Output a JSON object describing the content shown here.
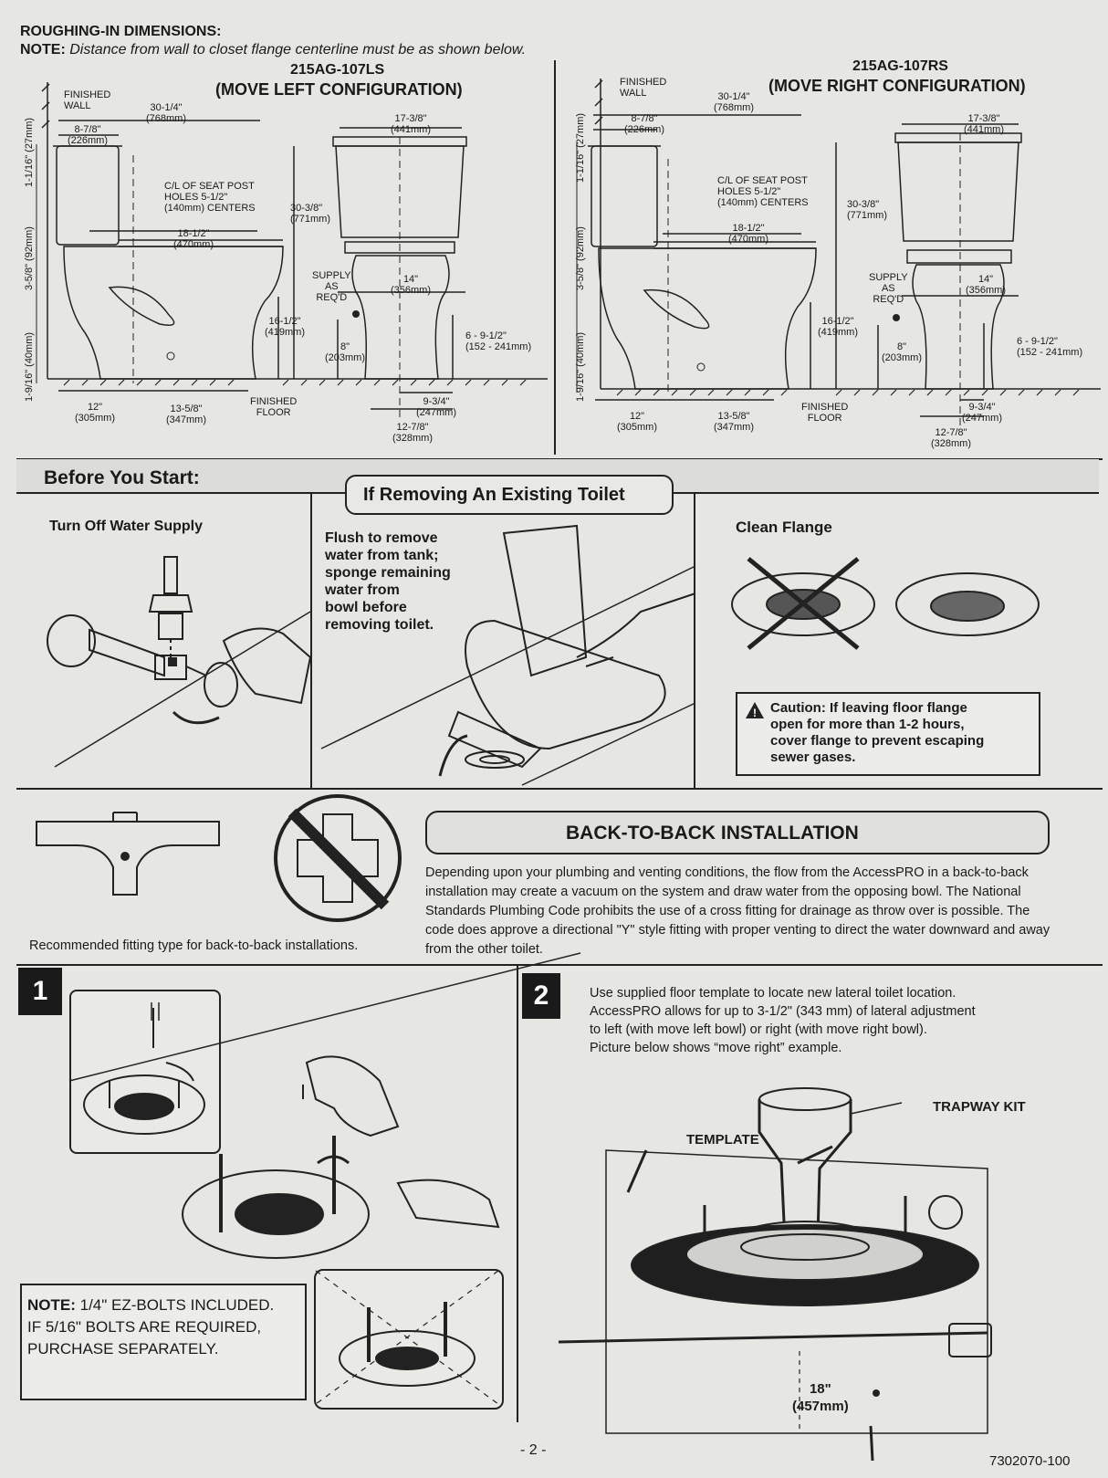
{
  "roughing": {
    "title": "ROUGHING-IN DIMENSIONS:",
    "note_label": "NOTE:",
    "note_text": "Distance from wall to closet flange centerline must be as shown below.",
    "left": {
      "model": "215AG-107LS",
      "config": "(MOVE LEFT CONFIGURATION)",
      "finished_wall": [
        "FINISHED",
        "WALL"
      ],
      "d_30_1_4": [
        "30-1/4\"",
        "(768mm)"
      ],
      "d_8_7_8": [
        "8-7/8\"",
        "(226mm)"
      ],
      "d_17_3_8": [
        "17-3/8\"",
        "(441mm)"
      ],
      "d_1_1_16": "1-1/16\" (27mm)",
      "seat_post": [
        "C/L OF SEAT POST",
        "HOLES 5-1/2\"",
        "(140mm) CENTERS"
      ],
      "d_30_3_8": [
        "30-3/8\"",
        "(771mm)"
      ],
      "d_18_1_2": [
        "18-1/2\"",
        "(470mm)"
      ],
      "d_3_5_8": "3-5/8\" (92mm)",
      "supply": [
        "SUPPLY",
        "AS",
        "REQ'D"
      ],
      "d_14": [
        "14\"",
        "(356mm)"
      ],
      "d_16_1_2": [
        "16-1/2\"",
        "(419mm)"
      ],
      "d_8": [
        "8\"",
        "(203mm)"
      ],
      "d_6_9": [
        "6 - 9-1/2\"",
        "(152 - 241mm)"
      ],
      "d_1_9_16": "1-9/16\" (40mm)",
      "d_12": [
        "12\"",
        "(305mm)"
      ],
      "d_13_5_8": [
        "13-5/8\"",
        "(347mm)"
      ],
      "finished_floor": [
        "FINISHED",
        "FLOOR"
      ],
      "d_9_3_4": [
        "9-3/4\"",
        "(247mm)"
      ],
      "d_12_7_8": [
        "12-7/8\"",
        "(328mm)"
      ]
    },
    "right": {
      "model": "215AG-107RS",
      "config": "(MOVE RIGHT CONFIGURATION)",
      "finished_wall": [
        "FINISHED",
        "WALL"
      ],
      "d_30_1_4": [
        "30-1/4\"",
        "(768mm)"
      ],
      "d_8_7_8": [
        "8-7/8\"",
        "(226mm)"
      ],
      "d_17_3_8": [
        "17-3/8\"",
        "(441mm)"
      ],
      "d_1_1_16": "1-1/16\" (27mm)",
      "seat_post": [
        "C/L OF SEAT POST",
        "HOLES 5-1/2\"",
        "(140mm) CENTERS"
      ],
      "d_30_3_8": [
        "30-3/8\"",
        "(771mm)"
      ],
      "d_18_1_2": [
        "18-1/2\"",
        "(470mm)"
      ],
      "d_3_5_8": "3-5/8\" (92mm)",
      "supply": [
        "SUPPLY",
        "AS",
        "REQ'D"
      ],
      "d_14": [
        "14\"",
        "(356mm)"
      ],
      "d_16_1_2": [
        "16-1/2\"",
        "(419mm)"
      ],
      "d_8": [
        "8\"",
        "(203mm)"
      ],
      "d_6_9": [
        "6 - 9-1/2\"",
        "(152 - 241mm)"
      ],
      "d_1_9_16": "1-9/16\" (40mm)",
      "d_12": [
        "12\"",
        "(305mm)"
      ],
      "d_13_5_8": [
        "13-5/8\"",
        "(347mm)"
      ],
      "finished_floor": [
        "FINISHED",
        "FLOOR"
      ],
      "d_9_3_4": [
        "9-3/4\"",
        "(247mm)"
      ],
      "d_12_7_8": [
        "12-7/8\"",
        "(328mm)"
      ]
    }
  },
  "before": {
    "title": "Before You Start:",
    "removing_title": "If Removing An Existing Toilet",
    "turn_off": "Turn Off Water Supply",
    "flush_lines": [
      "Flush to remove",
      "water from tank;",
      "sponge remaining",
      "water from",
      "bowl before",
      "removing toilet."
    ],
    "clean_flange": "Clean Flange",
    "caution_lines": [
      "Caution: If leaving floor flange",
      "open for more than 1-2 hours,",
      "cover flange to prevent escaping",
      "sewer gases."
    ]
  },
  "back_to_back": {
    "title": "BACK-TO-BACK INSTALLATION",
    "text": "Depending upon your plumbing and venting conditions, the flow from the AccessPRO in a back-to-back installation may create a vacuum on the system and draw water from the opposing bowl. The National Standards Plumbing Code prohibits the use of a cross fitting for drainage as throw over is possible. The code does approve a directional \"Y\" style fitting with proper venting to direct the water downward and away from the other toilet.",
    "caption": "Recommended fitting type for back-to-back installations."
  },
  "step1": {
    "number": "1",
    "note_label": "NOTE:",
    "note_line1": "1/4\" EZ-BOLTS INCLUDED.",
    "note_line2": "IF 5/16\" BOLTS ARE REQUIRED,",
    "note_line3": "PURCHASE SEPARATELY."
  },
  "step2": {
    "number": "2",
    "lines": [
      "Use supplied floor template to locate new lateral toilet location.",
      "AccessPRO allows for up to 3-1/2\" (343 mm) of lateral adjustment",
      "to left (with move left bowl) or right (with move right bowl).",
      "Picture below shows “move right” example."
    ],
    "trapway_kit": "TRAPWAY KIT",
    "template": "TEMPLATE",
    "dim": [
      "18\"",
      "(457mm)"
    ]
  },
  "footer": {
    "page": "- 2 -",
    "code": "7302070-100"
  }
}
